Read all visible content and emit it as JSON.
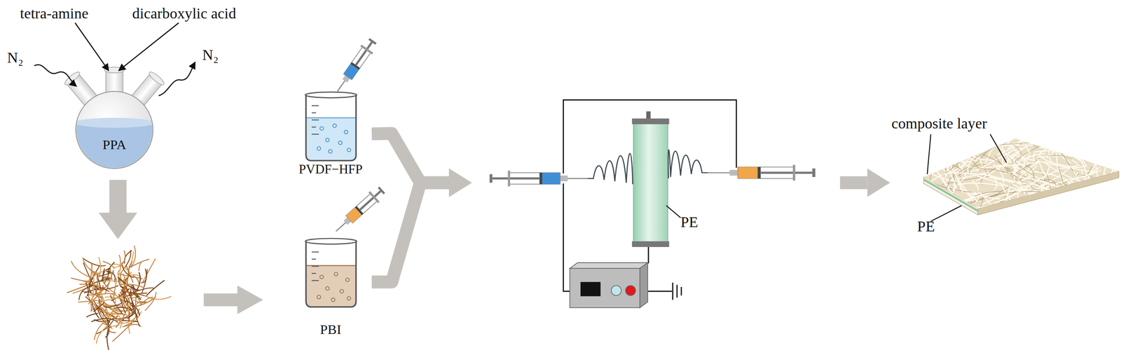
{
  "diagram": {
    "nodes": [
      {
        "text": [
          "PPA"
        ]
      },
      {
        "text": [
          "PVDF−HFP"
        ]
      },
      {
        "text": [
          "PBI"
        ]
      },
      {
        "text": [
          "PE"
        ]
      },
      {
        "text": [
          "composite layer",
          "PE"
        ]
      }
    ],
    "edges": [
      {
        "from": 1,
        "to": 3,
        "arrow": "to"
      },
      {
        "from": 2,
        "to": 3,
        "arrow": "to"
      },
      {
        "from": 3,
        "to": 4,
        "arrow": "to"
      }
    ],
    "labels": [
      "tetra-amine",
      "dicarboxylic acid",
      "N₂",
      "N₂"
    ]
  }
}
